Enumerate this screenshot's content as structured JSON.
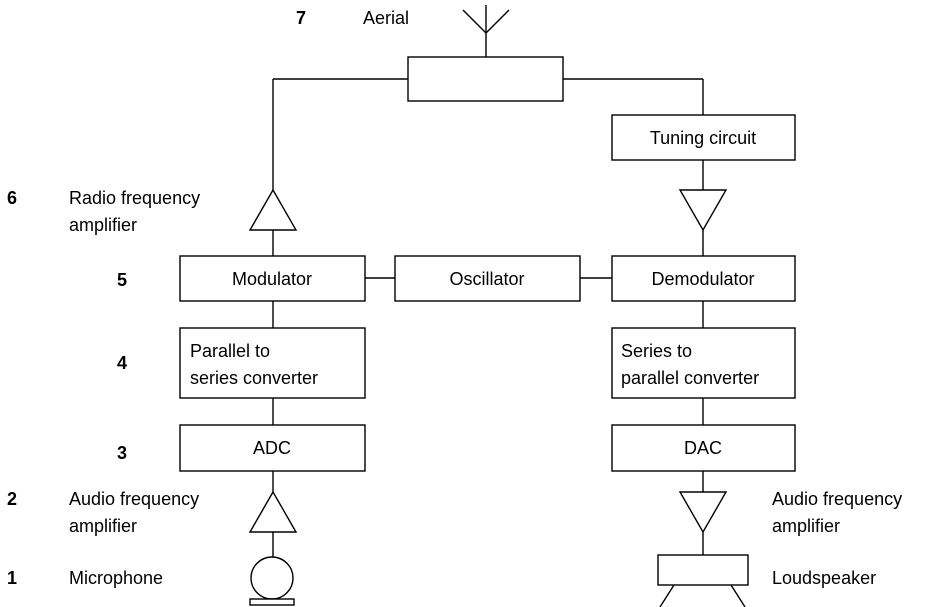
{
  "labels": {
    "aerial": "Aerial",
    "rf_amplifier": [
      "Radio frequency",
      "amplifier"
    ],
    "af_amplifier_left": [
      "Audio frequency",
      "amplifier"
    ],
    "af_amplifier_right": [
      "Audio frequency",
      "amplifier"
    ],
    "microphone": "Microphone",
    "loudspeaker": "Loudspeaker"
  },
  "numbers": {
    "n1": "1",
    "n2": "2",
    "n3": "3",
    "n4": "4",
    "n5": "5",
    "n6": "6",
    "n7": "7"
  },
  "blocks": {
    "tuning_circuit": "Tuning circuit",
    "modulator": "Modulator",
    "oscillator": "Oscillator",
    "demodulator": "Demodulator",
    "parallel_to_series": [
      "Parallel to",
      "series converter"
    ],
    "series_to_parallel": [
      "Series to",
      "parallel converter"
    ],
    "adc": "ADC",
    "dac": "DAC"
  }
}
